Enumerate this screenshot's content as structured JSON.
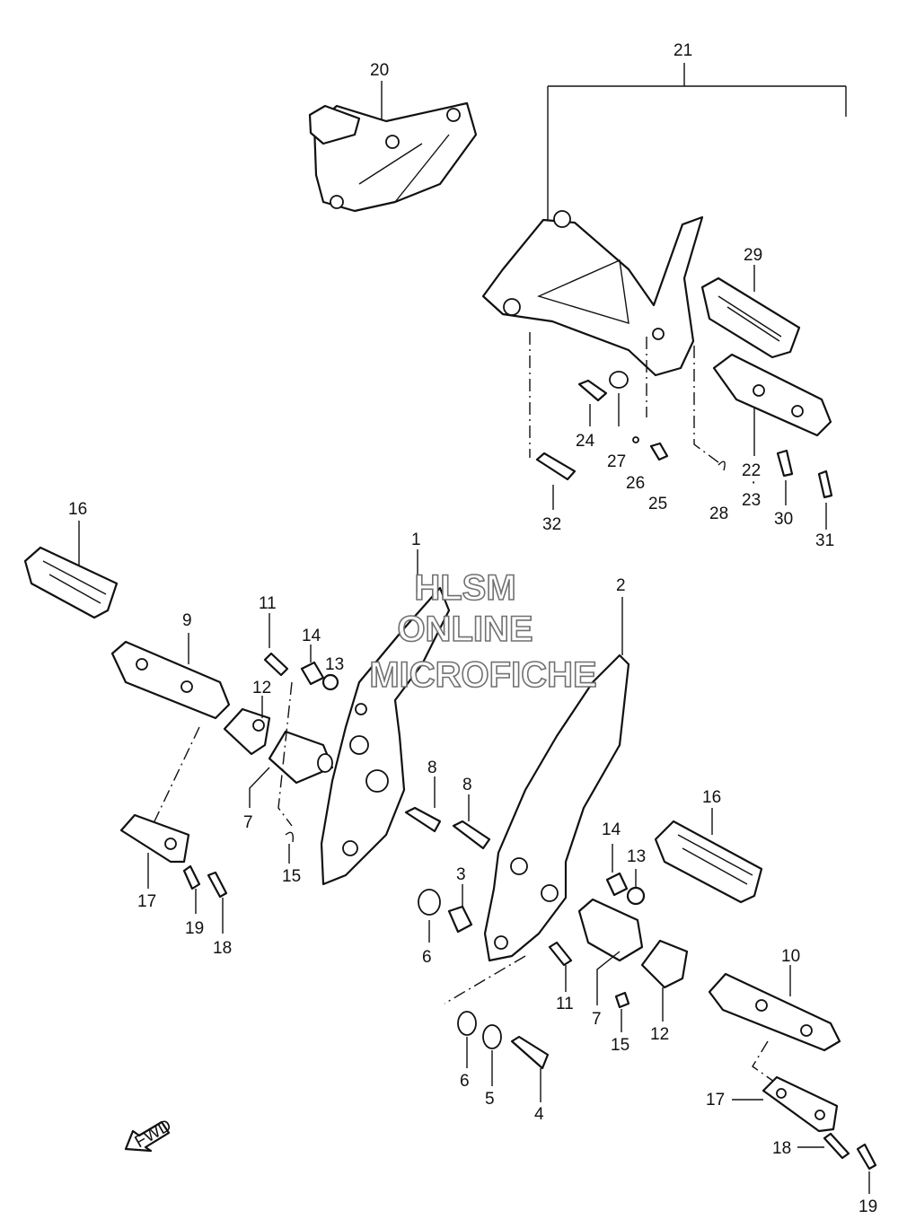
{
  "watermark": {
    "line1": "HLSM",
    "line2": "ONLINE",
    "line3": "MICROFICHE"
  },
  "fwd_arrow": {
    "label": "FWD",
    "icon": "forward-arrow-icon"
  },
  "callouts": {
    "c1": "1",
    "c2": "2",
    "c3": "3",
    "c4": "4",
    "c5": "5",
    "c6a": "6",
    "c6b": "6",
    "c7a": "7",
    "c7b": "7",
    "c8a": "8",
    "c8b": "8",
    "c9": "9",
    "c10": "10",
    "c11a": "11",
    "c11b": "11",
    "c12a": "12",
    "c12b": "12",
    "c13a": "13",
    "c13b": "13",
    "c14a": "14",
    "c14b": "14",
    "c15a": "15",
    "c15b": "15",
    "c16a": "16",
    "c16b": "16",
    "c17a": "17",
    "c17b": "17",
    "c18a": "18",
    "c18b": "18",
    "c19a": "19",
    "c19b": "19",
    "c20": "20",
    "c21": "21",
    "c22": "22",
    "c23": "23",
    "c24": "24",
    "c25": "25",
    "c26": "26",
    "c27": "27",
    "c28": "28",
    "c29": "29",
    "c30": "30",
    "c31": "31",
    "c32": "32"
  }
}
